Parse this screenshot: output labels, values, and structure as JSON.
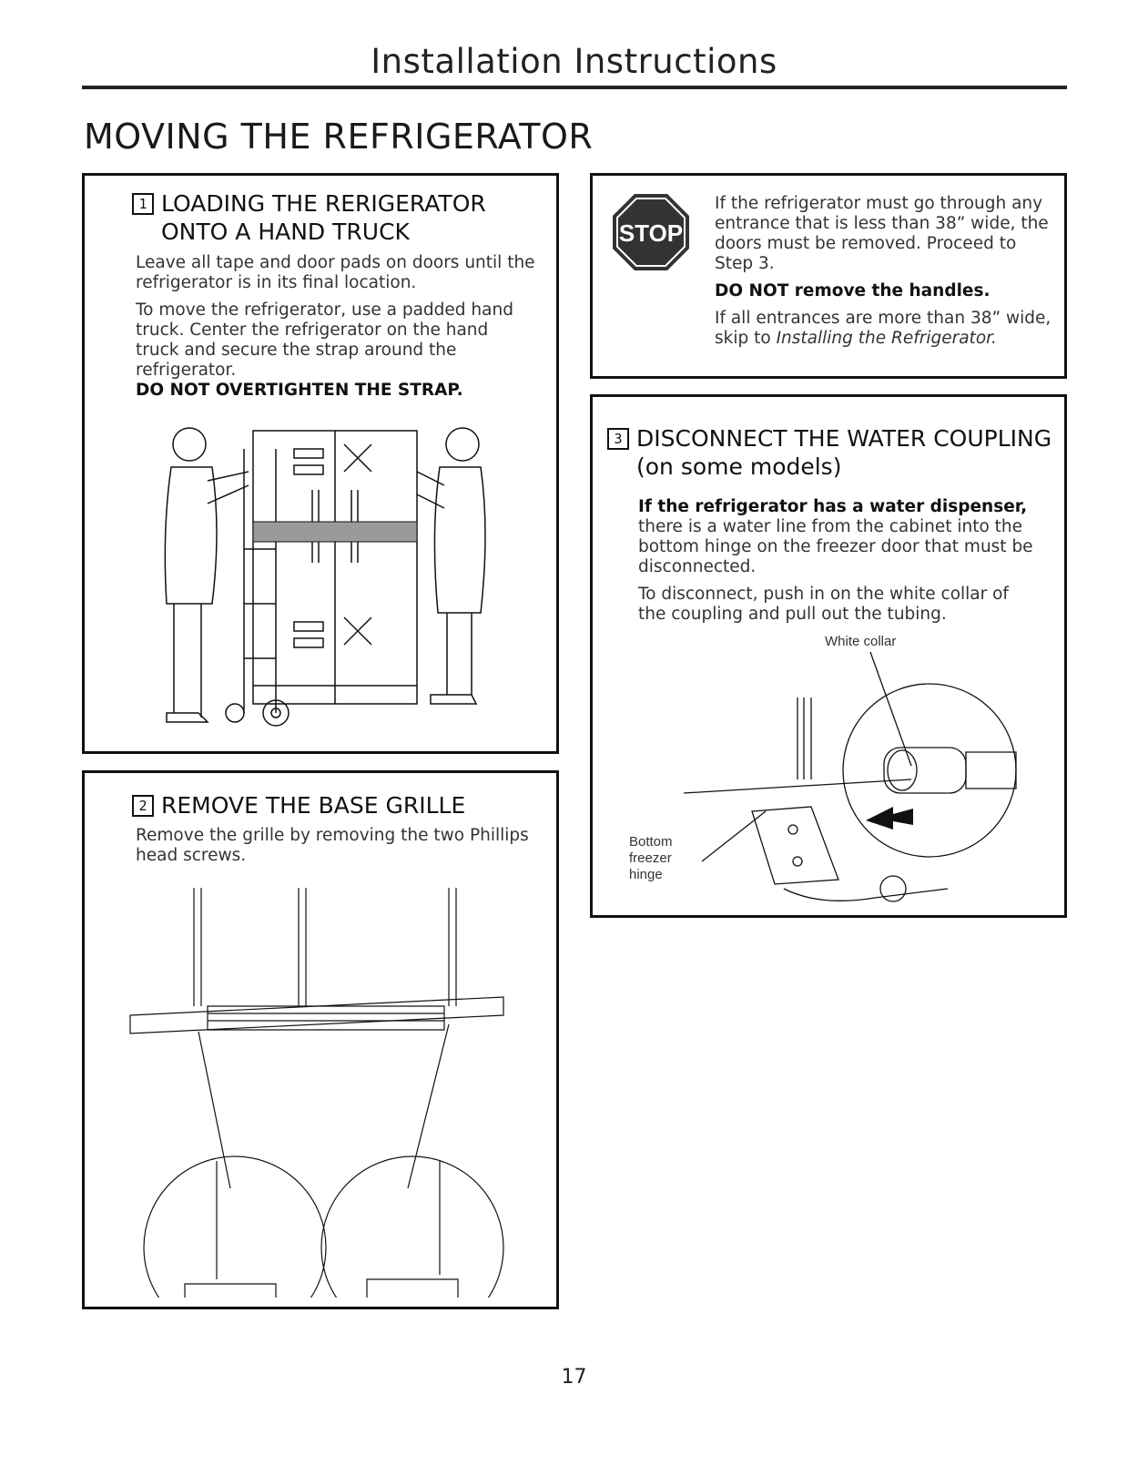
{
  "header": {
    "title": "Installation Instructions"
  },
  "page": {
    "title": "MOVING THE REFRIGERATOR",
    "number": "17"
  },
  "step1": {
    "number": "1",
    "title_line1": "LOADING THE RERIGERATOR",
    "title_line2": "ONTO A HAND TRUCK",
    "para1": "Leave all tape and door pads on doors until the refrigerator is in its final location.",
    "para2": "To move the refrigerator, use a padded hand truck. Center the refrigerator on the hand truck and secure the strap around the refrigerator.",
    "warning": "DO NOT OVERTIGHTEN THE STRAP."
  },
  "step2": {
    "number": "2",
    "title": "REMOVE THE BASE GRILLE",
    "para1": "Remove the grille by removing the two Phillips head screws."
  },
  "stop_box": {
    "sign_text": "STOP",
    "para1": "If the refrigerator must go through any entrance that is less than 38” wide, the doors must be removed. Proceed to Step 3.",
    "warning": "DO NOT remove the handles.",
    "para2_prefix": "If all entrances are more than 38” wide, skip to ",
    "para2_link": "Installing the Refrigerator."
  },
  "step3": {
    "number": "3",
    "title_line1": "DISCONNECT THE WATER COUPLING",
    "title_line2": "(on some models)",
    "para1_bold": "If the refrigerator has a water dispenser,",
    "para1_rest": " there is a water line from the cabinet into the bottom hinge on the freezer door that must be disconnected.",
    "para2": "To disconnect, push in on the white collar of the coupling and pull out the tubing.",
    "callout_white_collar": "White collar",
    "callout_bottom_hinge_1": "Bottom",
    "callout_bottom_hinge_2": "freezer",
    "callout_bottom_hinge_3": "hinge"
  },
  "colors": {
    "ink": "#111111",
    "strap": "#9a9a9a",
    "sign": "#333333"
  }
}
